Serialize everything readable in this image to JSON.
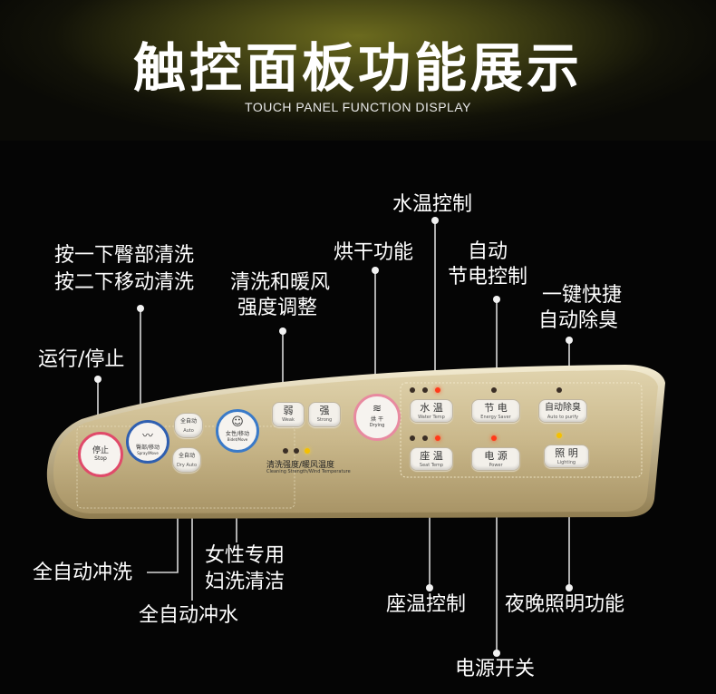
{
  "header": {
    "title": "触控面板功能展示",
    "subtitle": "TOUCH PANEL FUNCTION DISPLAY"
  },
  "labels": {
    "water_temp": "水温控制",
    "drying": "烘干功能",
    "energy_line1": "自动",
    "energy_line2": "节电控制",
    "deodor_line1": "一键快捷",
    "deodor_line2": "自动除臭",
    "spray_line1": "按一下臀部清洗",
    "spray_line2": "按二下移动清洗",
    "strength_line1": "清洗和暖风",
    "strength_line2": "强度调整",
    "run_stop": "运行/停止",
    "auto_wash": "全自动冲洗",
    "female_line1": "女性专用",
    "female_line2": "妇洗清洁",
    "auto_flush": "全自动冲水",
    "seat_temp": "座温控制",
    "night_light": "夜晚照明功能",
    "power": "电源开关"
  },
  "panel": {
    "stop": {
      "cn": "停止",
      "en": "Stop"
    },
    "spray": {
      "cn": "臀部/移动",
      "en": "Spray/Move"
    },
    "auto_wash": {
      "cn": "全自动",
      "en": "Auto"
    },
    "auto_flush": {
      "cn": "全自动",
      "en": "Dry Auto"
    },
    "bidet": {
      "cn": "女性/移动",
      "en": "Bidet/Move"
    },
    "weak": {
      "cn": "弱",
      "en": "Weak"
    },
    "strong": {
      "cn": "强",
      "en": "Strong"
    },
    "strength_caption": "清洗强度/暖风温度",
    "strength_caption_en": "Cleaning Strength/Wind Temperature",
    "drying": {
      "cn": "烘 干",
      "en": "Drying"
    },
    "water_temp": {
      "cn": "水 温",
      "en": "Water Temp"
    },
    "seat_temp": {
      "cn": "座 温",
      "en": "Seat Temp"
    },
    "energy": {
      "cn": "节 电",
      "en": "Energy Saver"
    },
    "power": {
      "cn": "电 源",
      "en": "Power"
    },
    "deodor": {
      "cn": "自动除臭",
      "en": "Auto to purify"
    },
    "light": {
      "cn": "照 明",
      "en": "Lighting"
    }
  },
  "colors": {
    "panel_gold": "#c8b88e",
    "led_red": "#ff3a1a",
    "led_yellow": "#f5c000"
  }
}
